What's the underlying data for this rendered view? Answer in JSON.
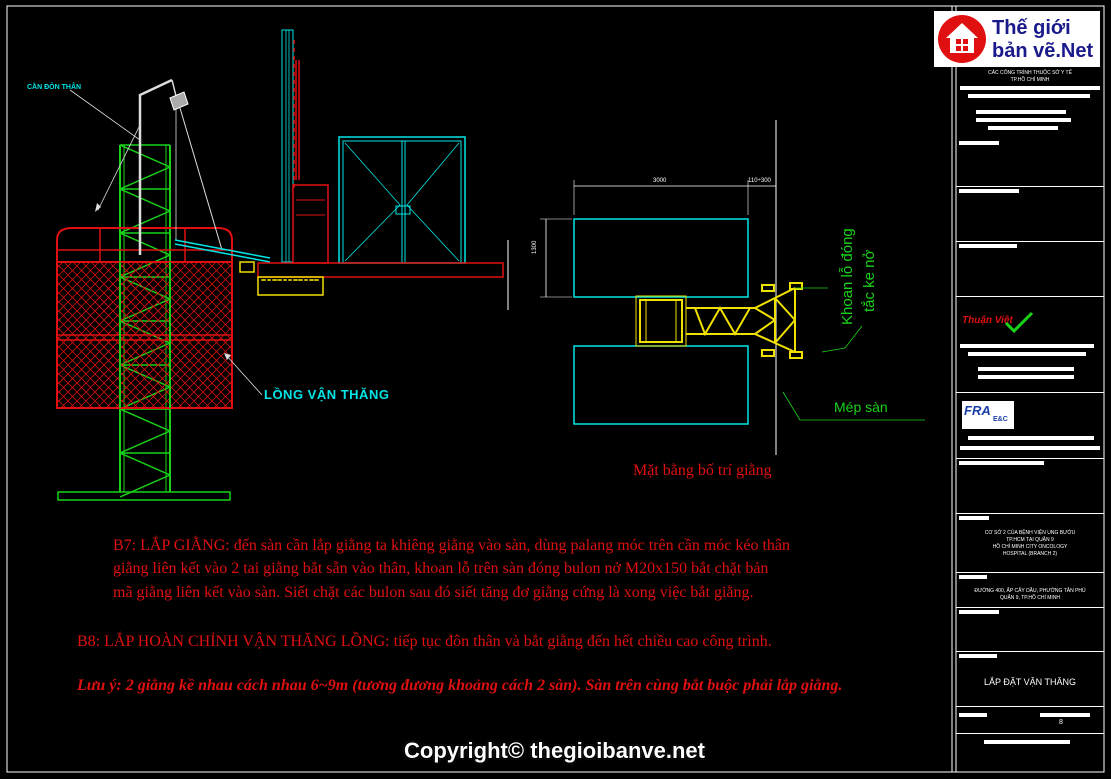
{
  "drawing": {
    "label_can_don_than": "CẦN ĐÔN THÂN",
    "label_long_van_thang": "LỒNG VẬN THĂNG",
    "plan_title": "Mặt bằng bố trí giằng",
    "label_khoan_lo_dong": "Khoan lỗ đóng",
    "label_tac_ke_no": "tắc ke nở",
    "label_mep_san": "Mép sàn",
    "dim_3000": "3000",
    "dim_110_300": "110÷300",
    "dim_1300": "1300"
  },
  "notes": {
    "b7_line1": "B7: LẮP GIẰNG: đến sàn cần lắp giằng ta khiêng giằng vào sàn, dùng palang móc trên cần móc kéo thân",
    "b7_line2": "giằng liên kết vào 2 tai giằng bắt sẵn vào thân, khoan lỗ trên sàn đóng bulon nở M20x150 bắt chặt bản",
    "b7_line3": "mã giằng liên kết vào sàn. Siết chặt các bulon sau đó siết tăng đơ giằng cứng là xong việc bắt giằng.",
    "b8": "B8: LẮP HOÀN CHỈNH VẬN THĂNG LỒNG: tiếp tục đôn thân và bắt giằng đến hết chiều cao công trình.",
    "luu_y": "Lưu ý: 2 giằng kề nhau cách nhau 6~9m (tương đương khoảng cách 2 sàn). Sàn trên cùng bắt buộc phải lắp giằng."
  },
  "logo": {
    "line1": "Thế giới",
    "line2": "bản vẽ.Net"
  },
  "title_block": {
    "owner_line1": "CÁC CÔNG TRÌNH THUỘC SỞ Y TẾ",
    "owner_line2": "TP.HỒ CHÍ MINH",
    "contractor_brand": "Thuận Việt",
    "fra_brand": "FRA",
    "fra_sub": "E&C",
    "project_line1": "CƠ SỞ 2 CỦA BỆNH VIỆN UNG BƯỚU",
    "project_line2": "TP.HCM TẠI QUẬN 9",
    "project_line3": "HỒ CHÍ MINH CITY ONCOLOGY",
    "project_line4": "HOSPITAL (BRANCH 2)",
    "address_line1": "ĐƯỜNG 400, ẤP CÂY DẦU, PHƯỜNG TÂN PHÚ",
    "address_line2": "QUẬN 9, TP.HỒ CHÍ MINH",
    "drawing_title": "LẮP ĐẶT VẬN THĂNG",
    "sheet_no": "8"
  },
  "copyright": "Copyright© thegioibanve.net",
  "colors": {
    "background": "#000000",
    "structure_green": "#19d219",
    "cage_red": "#e01010",
    "cyan": "#00e5e5",
    "yellow": "#f0e000",
    "white": "#ffffff",
    "note_red": "#e01010"
  }
}
